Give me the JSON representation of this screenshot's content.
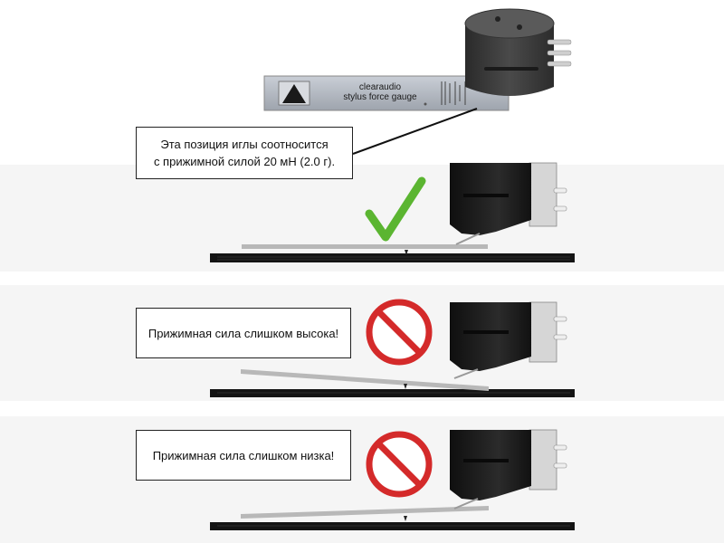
{
  "gauge": {
    "brand": "clearaudio",
    "name": "stylus force gauge"
  },
  "callouts": {
    "correct": "Эта позиция иглы соотносится\nс прижимной силой 20 мН (2.0 г).",
    "too_high": "Прижимная сила слишком высока!",
    "too_low": "Прижимная сила слишком низка!"
  },
  "colors": {
    "check": "#5bb531",
    "prohibit": "#d42a2a",
    "cartridge": "#1c1c1c",
    "record": "#141414",
    "beam": "#b8b8b8"
  },
  "icons": {
    "correct": "checkmark-icon",
    "wrong": "prohibition-icon"
  }
}
